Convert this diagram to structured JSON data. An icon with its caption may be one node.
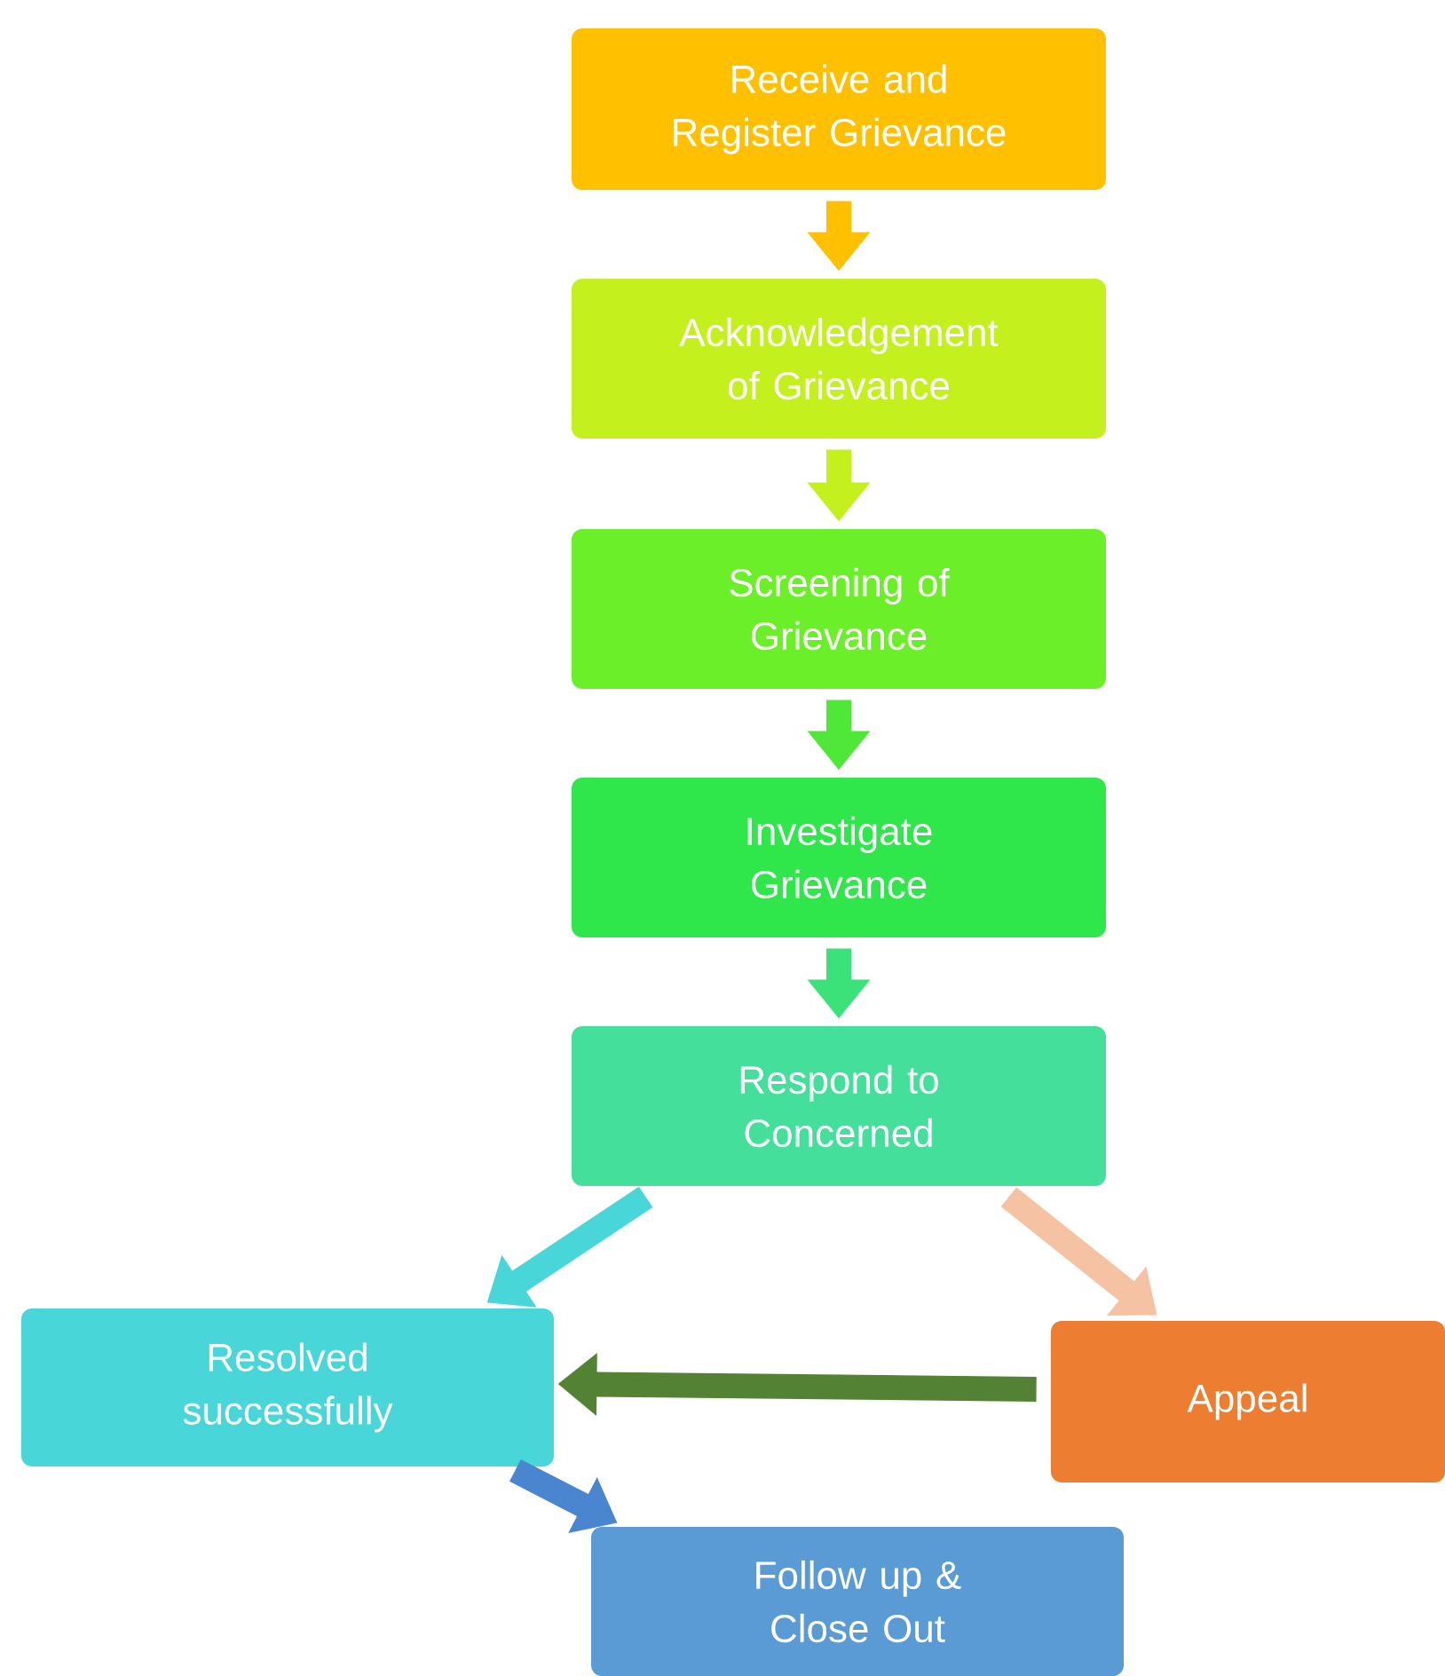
{
  "diagram": {
    "nodes": [
      {
        "text": [
          "Receive and Register Grievance"
        ]
      },
      {
        "text": [
          "Acknowledgement of Grievance"
        ]
      },
      {
        "text": [
          "Screening of Grievance"
        ]
      },
      {
        "text": [
          "Investigate Grievance"
        ]
      },
      {
        "text": [
          "Respond to Concerned"
        ]
      },
      {
        "text": [
          "Resolved successfully"
        ]
      },
      {
        "text": [
          "Appeal"
        ]
      },
      {
        "text": [
          "Follow up & Close Out"
        ]
      }
    ],
    "edges": [
      {
        "from": 0,
        "to": 1,
        "arrow": "to",
        "color": "#ffc000"
      },
      {
        "from": 1,
        "to": 2,
        "arrow": "to",
        "color": "#c4f01e"
      },
      {
        "from": 2,
        "to": 3,
        "arrow": "to",
        "color": "#4fe838"
      },
      {
        "from": 3,
        "to": 4,
        "arrow": "to",
        "color": "#3be27a"
      },
      {
        "from": 4,
        "to": 5,
        "arrow": "to",
        "color": "#48d6d8"
      },
      {
        "from": 4,
        "to": 6,
        "arrow": "to",
        "color": "#f5c3a3"
      },
      {
        "from": 6,
        "to": 5,
        "arrow": "to",
        "color": "#548235"
      },
      {
        "from": 5,
        "to": 7,
        "arrow": "to",
        "color": "#4a86cf"
      }
    ]
  }
}
